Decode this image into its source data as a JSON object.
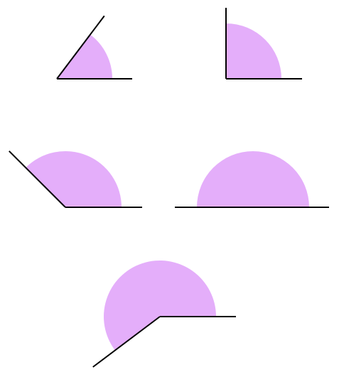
{
  "colors": {
    "background": "#ffffff",
    "sector_fill": "#e4aefa",
    "ray_stroke": "#000000"
  },
  "angles": [
    {
      "name": "acute-angle",
      "degrees": 53
    },
    {
      "name": "right-angle",
      "degrees": 90
    },
    {
      "name": "obtuse-angle",
      "degrees": 135
    },
    {
      "name": "straight-angle",
      "degrees": 180
    },
    {
      "name": "reflex-angle",
      "degrees": 217
    }
  ]
}
